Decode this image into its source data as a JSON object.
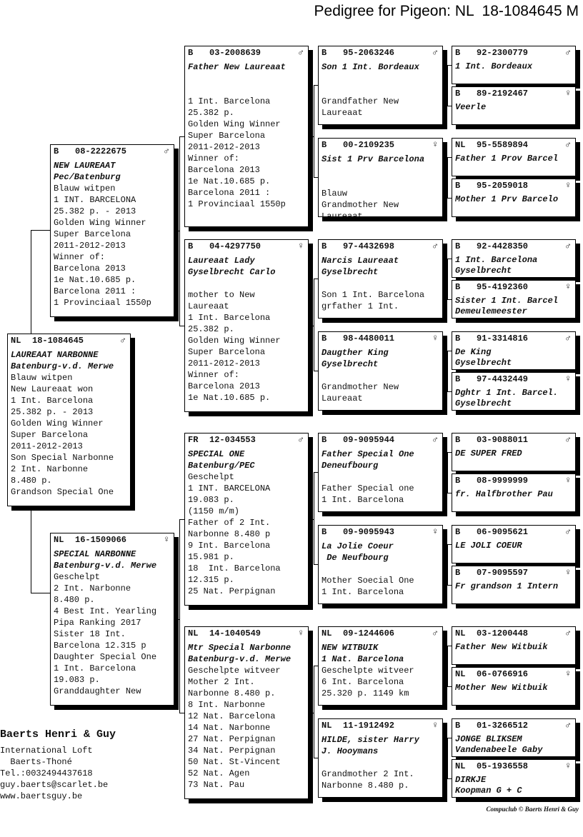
{
  "title": "Pedigree for Pigeon: NL  18-1084645 M",
  "subject": {
    "country": "NL",
    "ring": "18-1084645",
    "sex": "♂",
    "name": [
      "LAUREAAT NARBONNE",
      "Batenburg-v.d. Merwe"
    ],
    "notes": [
      "Blauw witpen",
      "New Laureaat won",
      "1 Int. Barcelona",
      "25.382 p. - 2013",
      "Golden Wing Winner",
      "Super Barcelona",
      "2011-2012-2013",
      "Son Special Narbonne",
      "2 Int. Narbonne",
      "8.480 p.",
      "Grandson Special One"
    ]
  },
  "sire": {
    "country": "B",
    "ring": "08-2222675",
    "sex": "♂",
    "name": [
      "NEW LAUREAAT",
      "Pec/Batenburg"
    ],
    "notes": [
      "Blauw witpen",
      "1 INT. BARCELONA",
      "25.382 p. - 2013",
      "Golden Wing Winner",
      "Super Barcelona",
      "2011-2012-2013",
      "Winner of:",
      "Barcelona 2013",
      "1e Nat.10.685 p.",
      "Barcelona 2011 :",
      "1 Provinciaal 1550p"
    ]
  },
  "dam": {
    "country": "NL",
    "ring": "16-1509066",
    "sex": "♀",
    "name": [
      "SPECIAL NARBONNE",
      "Batenburg-v.d. Merwe"
    ],
    "notes": [
      "Geschelpt",
      "2 Int. Narbonne",
      "8.480 p.",
      "4 Best Int. Yearling",
      "Pipa Ranking 2017",
      "Sister 18 Int.",
      "Barcelona 12.315 p",
      "Daughter Special One",
      "1 Int. Barcelona",
      "19.083 p.",
      "Granddaughter New"
    ]
  },
  "grandparents": [
    {
      "country": "B",
      "ring": "03-2008639",
      "sex": "♂",
      "name": [
        "Father New Laureaat"
      ],
      "notes": [
        "1 Int. Barcelona",
        "25.382 p.",
        "Golden Wing Winner",
        "Super Barcelona",
        "2011-2012-2013",
        "Winner of:",
        "Barcelona 2013",
        "1e Nat.10.685 p.",
        "Barcelona 2011 :",
        "1 Provinciaal 1550p"
      ]
    },
    {
      "country": "B",
      "ring": "04-4297750",
      "sex": "♀",
      "name": [
        "Laureaat Lady",
        "Gyselbrecht Carlo"
      ],
      "notes": [
        "mother to New",
        "Laureaat",
        "1 Int. Barcelona",
        "25.382 p.",
        "Golden Wing Winner",
        "Super Barcelona",
        "2011-2012-2013",
        "Winner of:",
        "Barcelona 2013",
        "1e Nat.10.685 p."
      ]
    },
    {
      "country": "FR",
      "ring": "12-034553",
      "sex": "♂",
      "name": [
        "SPECIAL ONE",
        "Batenburg/PEC"
      ],
      "notes": [
        "Geschelpt",
        "1 INT. BARCELONA",
        "19.083 p.",
        "(1150 m/m)",
        "Father of 2 Int.",
        "Narbonne 8.480 p",
        "9 Int. Barcelona",
        "15.981 p.",
        "18  Int. Barcelona",
        "12.315 p.",
        "25 Nat. Perpignan"
      ]
    },
    {
      "country": "NL",
      "ring": "14-1040549",
      "sex": "♀",
      "name": [
        "Mtr Special Narbonne",
        "Batenburg-v.d. Merwe"
      ],
      "notes": [
        "Geschelpte witveer",
        "Mother 2 Int.",
        "Narbonne 8.480 p.",
        "8 Int. Narbonne",
        "12 Nat. Barcelona",
        "14 Nat. Narbonne",
        "27 Nat. Perpignan",
        "34 Nat. Perpignan",
        "50 Nat. St-Vincent",
        "52 Nat. Agen",
        "73 Nat. Pau"
      ]
    }
  ],
  "great_grandparents": [
    {
      "country": "B",
      "ring": "95-2063246",
      "sex": "♂",
      "name": [
        "Son 1 Int. Bordeaux"
      ],
      "notes": [
        "Grandfather New",
        "Laureaat"
      ]
    },
    {
      "country": "B",
      "ring": "00-2109235",
      "sex": "♀",
      "name": [
        "Sist 1 Prv Barcelona"
      ],
      "notes": [
        "Blauw",
        "Grandmother New",
        "Laureaat"
      ]
    },
    {
      "country": "B",
      "ring": "97-4432698",
      "sex": "♂",
      "name": [
        "Narcis Laureaat",
        "Gyselbrecht"
      ],
      "notes": [
        "Son 1 Int. Barcelona",
        "grfather 1 Int."
      ]
    },
    {
      "country": "B",
      "ring": "98-4480011",
      "sex": "♀",
      "name": [
        "Daugther King",
        "Gyselbrecht"
      ],
      "notes": [
        "Grandmother New",
        "Laureaat"
      ]
    },
    {
      "country": "B",
      "ring": "09-9095944",
      "sex": "♂",
      "name": [
        "Father Special One",
        "Deneufbourg"
      ],
      "notes": [
        "Father Special one",
        "1 Int. Barcelona"
      ]
    },
    {
      "country": "B",
      "ring": "09-9095943",
      "sex": "♀",
      "name": [
        "La Jolie Coeur",
        " De Neufbourg"
      ],
      "notes": [
        "Mother Soecial One",
        "1 Int. Barcelona"
      ]
    },
    {
      "country": "NL",
      "ring": "09-1244606",
      "sex": "♂",
      "name": [
        "NEW WITBUIK",
        "1 Nat. Barcelona"
      ],
      "notes": [
        "Geschelpte witveer",
        "6 Int. Barcelona",
        "25.320 p. 1149 km"
      ]
    },
    {
      "country": "NL",
      "ring": "11-1912492",
      "sex": "♀",
      "name": [
        "HILDE, sister Harry",
        "J. Hooymans"
      ],
      "notes": [
        "Grandmother 2 Int.",
        "Narbonne 8.480 p."
      ]
    }
  ],
  "great_great_grandparents": [
    {
      "country": "B",
      "ring": "92-2300779",
      "sex": "♂",
      "name": [
        "1 Int. Bordeaux"
      ]
    },
    {
      "country": "B",
      "ring": "89-2192467",
      "sex": "♀",
      "name": [
        "Veerle"
      ]
    },
    {
      "country": "NL",
      "ring": "95-5589894",
      "sex": "♂",
      "name": [
        "Father 1 Prov Barcel"
      ]
    },
    {
      "country": "B",
      "ring": "95-2059018",
      "sex": "♀",
      "name": [
        "Mother 1 Prv Barcelo"
      ]
    },
    {
      "country": "B",
      "ring": "92-4428350",
      "sex": "♂",
      "name": [
        "1 Int. Barcelona",
        "Gyselbrecht"
      ]
    },
    {
      "country": "B",
      "ring": "95-4192360",
      "sex": "♀",
      "name": [
        "Sister 1 Int. Barcel",
        "Demeulemeester"
      ]
    },
    {
      "country": "B",
      "ring": "91-3314816",
      "sex": "♂",
      "name": [
        "De King",
        "Gyselbrecht"
      ]
    },
    {
      "country": "B",
      "ring": "97-4432449",
      "sex": "♀",
      "name": [
        "Dghtr 1 Int. Barcel.",
        "Gyselbrecht"
      ]
    },
    {
      "country": "B",
      "ring": "03-9088011",
      "sex": "♂",
      "name": [
        "DE SUPER FRED"
      ]
    },
    {
      "country": "B",
      "ring": "08-9999999",
      "sex": "♀",
      "name": [
        "fr. Halfbrother Pau"
      ]
    },
    {
      "country": "B",
      "ring": "06-9095621",
      "sex": "♂",
      "name": [
        "LE JOLI COEUR"
      ]
    },
    {
      "country": "B",
      "ring": "07-9095597",
      "sex": "♀",
      "name": [
        "Fr grandson 1 Intern"
      ]
    },
    {
      "country": "NL",
      "ring": "03-1200448",
      "sex": "♂",
      "name": [
        "Father New Witbuik"
      ]
    },
    {
      "country": "NL",
      "ring": "06-0766916",
      "sex": "♀",
      "name": [
        "Mother New Witbuik"
      ]
    },
    {
      "country": "B",
      "ring": "01-3266512",
      "sex": "♂",
      "name": [
        "JONGE BLIKSEM",
        "Vandenabeele Gaby"
      ]
    },
    {
      "country": "NL",
      "ring": "05-1936558",
      "sex": "♀",
      "name": [
        "DIRKJE",
        "Koopman G + C"
      ]
    }
  ],
  "owner": {
    "name": "Baerts Henri & Guy",
    "lines": [
      "International Loft",
      "  Baerts-Thoné",
      "Tel.:0032494437618",
      "guy.baerts@scarlet.be",
      "www.baertsguy.be"
    ]
  },
  "footer": "Compuclub © Baerts Henri & Guy"
}
